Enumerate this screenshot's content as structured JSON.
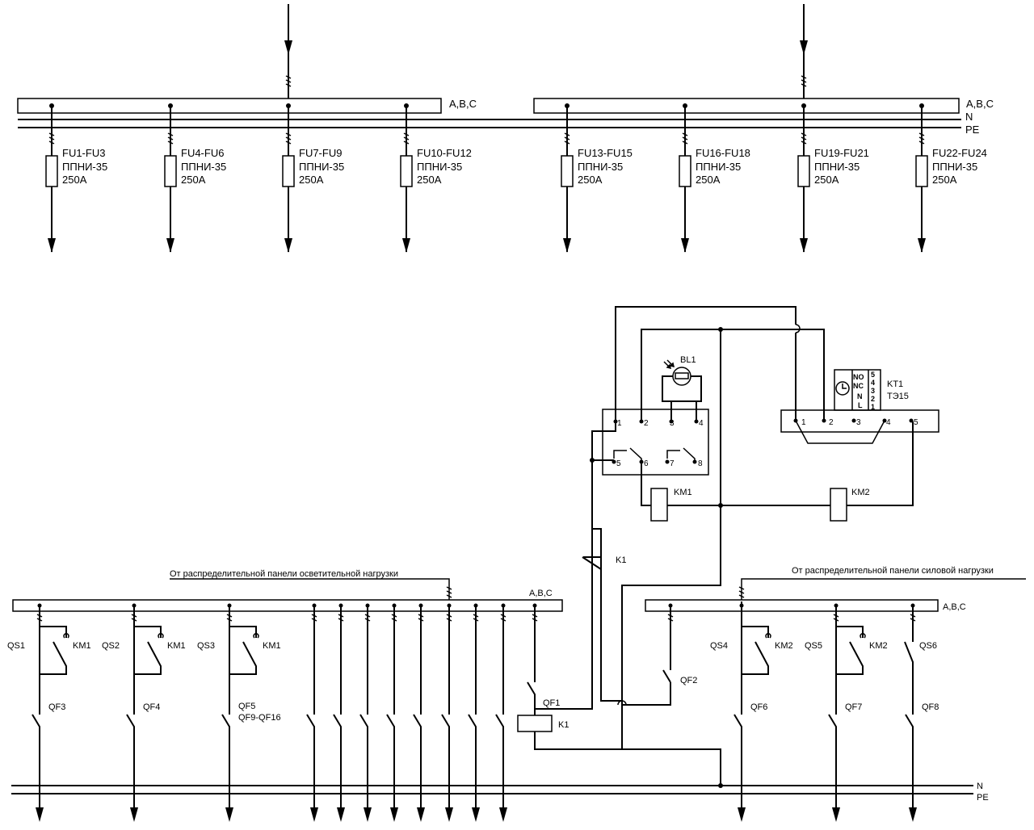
{
  "labels": {
    "bus_abc": "A,B,C",
    "n": "N",
    "pe": "PE",
    "fuse_type": "ППНИ-35",
    "fuse_rating": "250A"
  },
  "fuse_groups": [
    {
      "id": "FU1-FU3"
    },
    {
      "id": "FU4-FU6"
    },
    {
      "id": "FU7-FU9"
    },
    {
      "id": "FU10-FU12"
    },
    {
      "id": "FU13-FU15"
    },
    {
      "id": "FU16-FU18"
    },
    {
      "id": "FU19-FU21"
    },
    {
      "id": "FU22-FU24"
    }
  ],
  "control": {
    "photo_relay": "BL1",
    "timer_label": "KT1",
    "timer_type": "ТЭ15",
    "timer_face": [
      "NO",
      "NC",
      "N",
      "L"
    ],
    "timer_digits": [
      "5",
      "4",
      "3",
      "2",
      "1"
    ],
    "relay_terminals": [
      "1",
      "2",
      "3",
      "4",
      "5",
      "6",
      "7",
      "8"
    ],
    "timer_terminals": [
      "1",
      "2",
      "3",
      "4",
      "5"
    ],
    "coil_km1": "KM1",
    "coil_km2": "KM2",
    "coil_k1": "K1",
    "contact_k1": "K1"
  },
  "lower": {
    "left_source": "От распределительной панели осветительной нагрузки",
    "right_source": "От распределительной панели силовой нагрузки",
    "qs1": "QS1",
    "qs2": "QS2",
    "qs3": "QS3",
    "qs4": "QS4",
    "qs5": "QS5",
    "qs6": "QS6",
    "km1": "KM1",
    "km2": "KM2",
    "qf1": "QF1",
    "qf2": "QF2",
    "qf3": "QF3",
    "qf4": "QF4",
    "qf5": "QF5",
    "qf9_16": "QF9-QF16",
    "qf6": "QF6",
    "qf7": "QF7",
    "qf8": "QF8"
  }
}
